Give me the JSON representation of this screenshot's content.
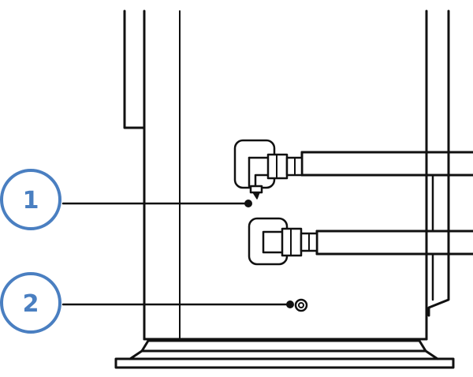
{
  "callouts": [
    {
      "label": "1",
      "target": "drain-valve"
    },
    {
      "label": "2",
      "target": "indicator-port"
    }
  ],
  "colors": {
    "callout": "#4a7fc1",
    "line": "#111111",
    "fill": "#ffffff"
  }
}
